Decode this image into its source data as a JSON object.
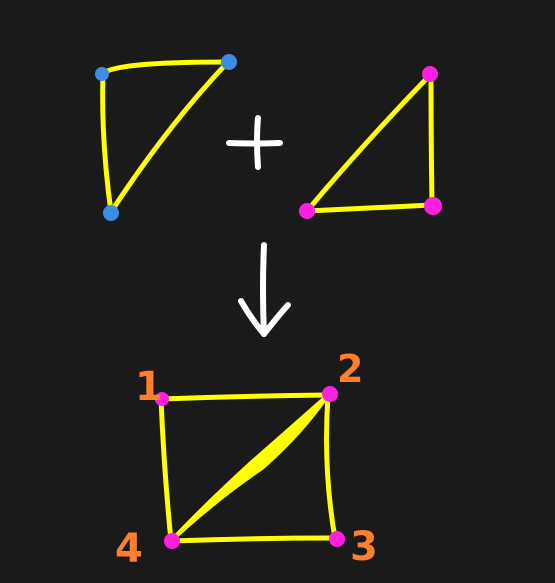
{
  "colors": {
    "background": "#1a1a1a",
    "edge": "#ffff00",
    "vertex_blue": "#3a8ee6",
    "vertex_magenta": "#ff1fe0",
    "operator": "#ffffff",
    "label": "#ff7f2a"
  },
  "operators": {
    "plus": "+",
    "arrow": "down-arrow-icon"
  },
  "vertex_labels": [
    "1",
    "2",
    "3",
    "4"
  ]
}
